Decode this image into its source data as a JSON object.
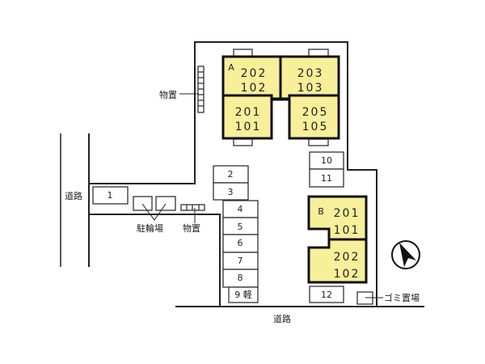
{
  "labels": {
    "storage_top": "物置",
    "road_left": "道路",
    "bicycle_parking": "駐輪場",
    "storage_bottom": "物置",
    "road_bottom": "道路",
    "garbage": "ゴミ置場"
  },
  "building_a": {
    "name": "A",
    "units": [
      [
        "202",
        "102"
      ],
      [
        "203",
        "103"
      ],
      [
        "201",
        "101"
      ],
      [
        "205",
        "105"
      ]
    ]
  },
  "building_b": {
    "name": "B",
    "units": [
      [
        "201",
        "101"
      ],
      [
        "202",
        "102"
      ]
    ]
  },
  "parking": [
    "1",
    "2",
    "3",
    "4",
    "5",
    "6",
    "7",
    "8",
    "9 軽",
    "10",
    "11",
    "12"
  ],
  "icons": {
    "compass": "north-arrow-icon"
  }
}
